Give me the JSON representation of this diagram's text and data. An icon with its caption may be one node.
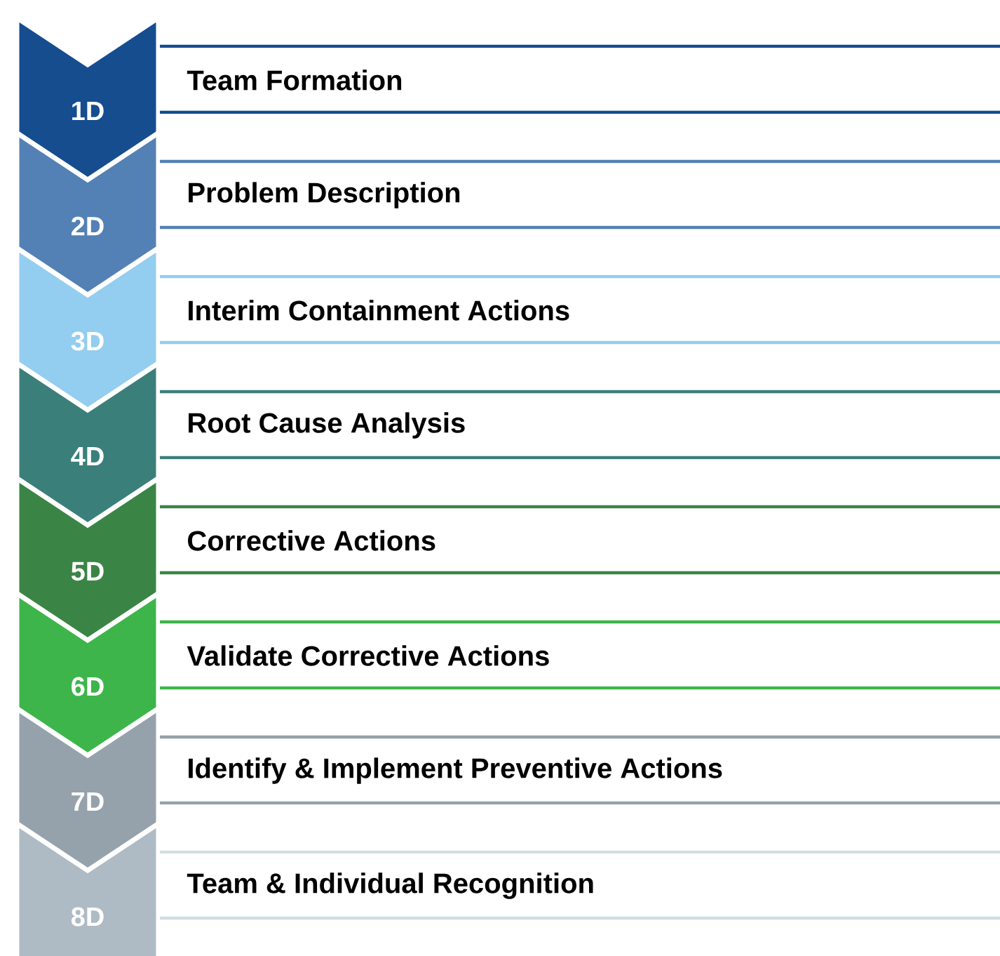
{
  "diagram": {
    "nodes": [
      {
        "text": [
          "1D"
        ]
      },
      {
        "text": [
          "Team Formation"
        ]
      },
      {
        "text": [
          "2D"
        ]
      },
      {
        "text": [
          "Problem Description"
        ]
      },
      {
        "text": [
          "3D"
        ]
      },
      {
        "text": [
          "Interim Containment Actions"
        ]
      },
      {
        "text": [
          "4D"
        ]
      },
      {
        "text": [
          "Root Cause Analysis"
        ]
      },
      {
        "text": [
          "5D"
        ]
      },
      {
        "text": [
          "Corrective Actions"
        ]
      },
      {
        "text": [
          "6D"
        ]
      },
      {
        "text": [
          "Validate Corrective Actions"
        ]
      },
      {
        "text": [
          "7D"
        ]
      },
      {
        "text": [
          "Identify & Implement Preventive Actions"
        ]
      },
      {
        "text": [
          "8D"
        ]
      },
      {
        "text": [
          "Team & Individual Recognition"
        ]
      }
    ]
  }
}
